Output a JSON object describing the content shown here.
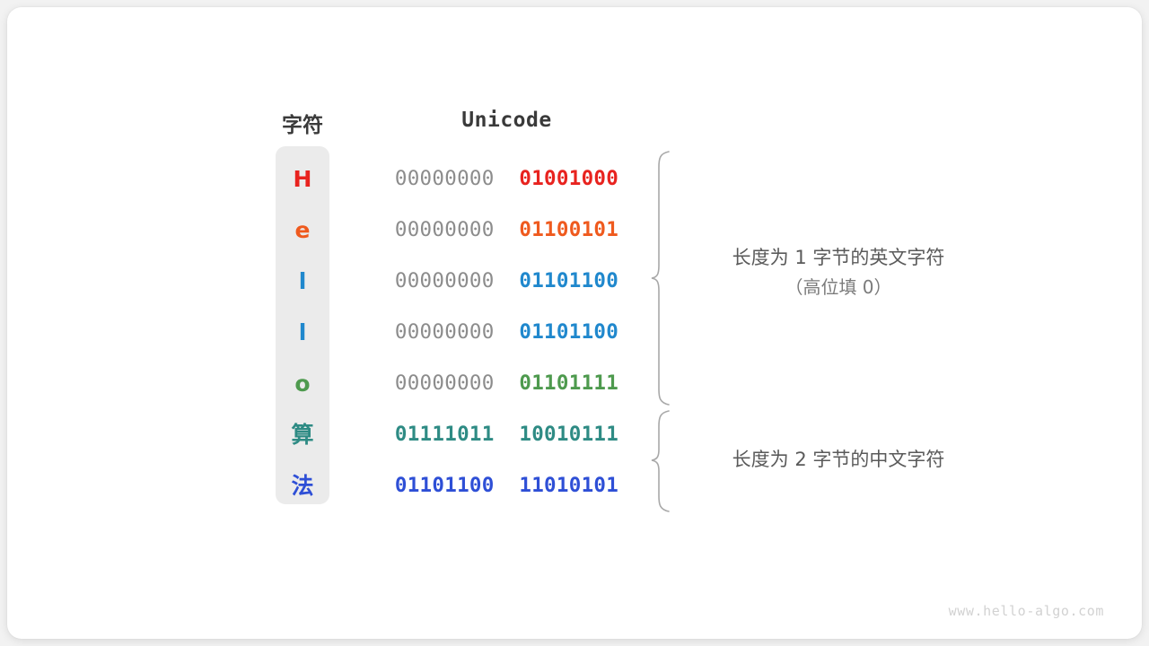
{
  "figure": {
    "title_char_column": "字符",
    "title_unicode_column": "Unicode",
    "watermark": "www.hello-algo.com",
    "panel_color": "#ebebeb",
    "card_color": "#ffffff",
    "page_background": "#f2f2f2",
    "high_byte_color": "#8c8c8c",
    "brace_color": "#a8a8a8",
    "annotation_color": "#5a5a5a"
  },
  "rows": [
    {
      "char": "H",
      "color": "#e8231f",
      "high_byte": "00000000",
      "low_byte": "01001000",
      "high_is_padding": true,
      "group": "ascii"
    },
    {
      "char": "e",
      "color": "#ef5a1e",
      "high_byte": "00000000",
      "low_byte": "01100101",
      "high_is_padding": true,
      "group": "ascii"
    },
    {
      "char": "l",
      "color": "#2088cd",
      "high_byte": "00000000",
      "low_byte": "01101100",
      "high_is_padding": true,
      "group": "ascii"
    },
    {
      "char": "l",
      "color": "#2088cd",
      "high_byte": "00000000",
      "low_byte": "01101100",
      "high_is_padding": true,
      "group": "ascii"
    },
    {
      "char": "o",
      "color": "#4e9a4e",
      "high_byte": "00000000",
      "low_byte": "01101111",
      "high_is_padding": true,
      "group": "ascii"
    },
    {
      "char": "算",
      "color": "#2e8b84",
      "high_byte": "01111011",
      "low_byte": "10010111",
      "high_is_padding": false,
      "group": "cjk"
    },
    {
      "char": "法",
      "color": "#2e4fd6",
      "high_byte": "01101100",
      "low_byte": "11010101",
      "high_is_padding": false,
      "group": "cjk"
    }
  ],
  "annotations": [
    {
      "line1": "长度为 1 字节的英文字符",
      "line2": "（高位填 0）"
    },
    {
      "line1": "长度为 2 字节的中文字符",
      "line2": ""
    }
  ]
}
